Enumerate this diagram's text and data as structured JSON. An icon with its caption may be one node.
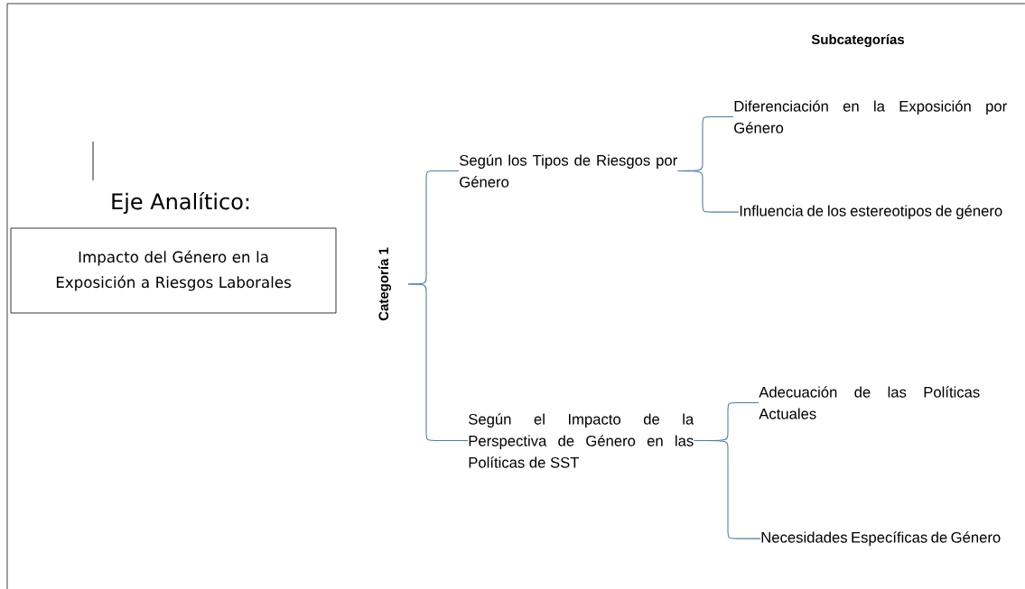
{
  "diagram": {
    "nodes": [
      {
        "text": [
          "Eje Analítico:",
          "Impacto del Género en la Exposición a Riesgos Laborales"
        ]
      },
      {
        "text": [
          "Categoría 1"
        ]
      },
      {
        "text": [
          "Según los Tipos de Riesgos por Género"
        ]
      },
      {
        "text": [
          "Según el Impacto de la Perspectiva de Género en las Políticas de SST"
        ]
      },
      {
        "text": [
          "Diferenciación en la Exposición por Género"
        ]
      },
      {
        "text": [
          "Influencia de los estereotipos de género"
        ]
      },
      {
        "text": [
          "Adecuación de las Políticas Actuales"
        ]
      },
      {
        "text": [
          "Necesidades Específicas de Género"
        ]
      }
    ],
    "edges": [
      {
        "from": 1,
        "to": 2,
        "arrow": "none"
      },
      {
        "from": 1,
        "to": 3,
        "arrow": "none"
      },
      {
        "from": 2,
        "to": 4,
        "arrow": "none"
      },
      {
        "from": 2,
        "to": 5,
        "arrow": "none"
      },
      {
        "from": 3,
        "to": 6,
        "arrow": "none"
      },
      {
        "from": 3,
        "to": 7,
        "arrow": "none"
      }
    ],
    "labels": [
      "Subcategorías"
    ]
  }
}
